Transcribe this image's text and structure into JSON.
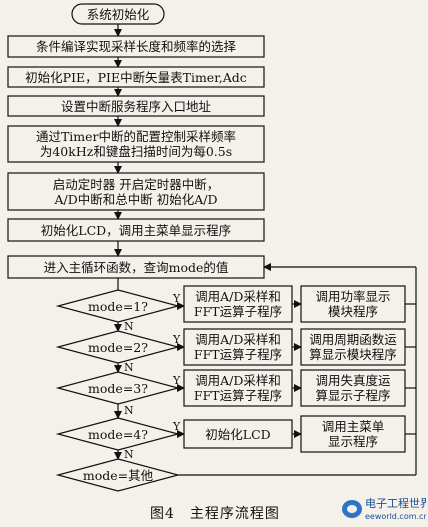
{
  "start": "系统初始化",
  "steps": [
    "条件编译实现采样长度和频率的选择",
    "初始化PIE，PIE中断矢量表Timer,Adc",
    "设置中断服务程序入口地址",
    "通过Timer中断的配置控制采样频率\n为40kHz和键盘扫描时间为每0.5s",
    "启动定时器 开启定时器中断，\nA/D中断和总中断 初始化A/D",
    "初始化LCD，调用主菜单显示程序",
    "进入主循环函数，查询mode的值"
  ],
  "decisions": [
    "mode=1?",
    "mode=2?",
    "mode=3?",
    "mode=4?",
    "mode=其他"
  ],
  "sample_routine": "调用A/D采样和\nFFT运算子程序",
  "lcd_init": "初始化LCD",
  "display_routines": [
    "调用功率显示\n模块程序",
    "调用周期函数运\n算显示模块程序",
    "调用失真度运\n算显示子程序",
    "调用主菜单\n显示程序"
  ],
  "yes_label": "Y",
  "no_label": "N",
  "caption": "图4　主程序流程图",
  "logo": {
    "title": "电子工程世界",
    "url": "eeworld.com.cn"
  }
}
